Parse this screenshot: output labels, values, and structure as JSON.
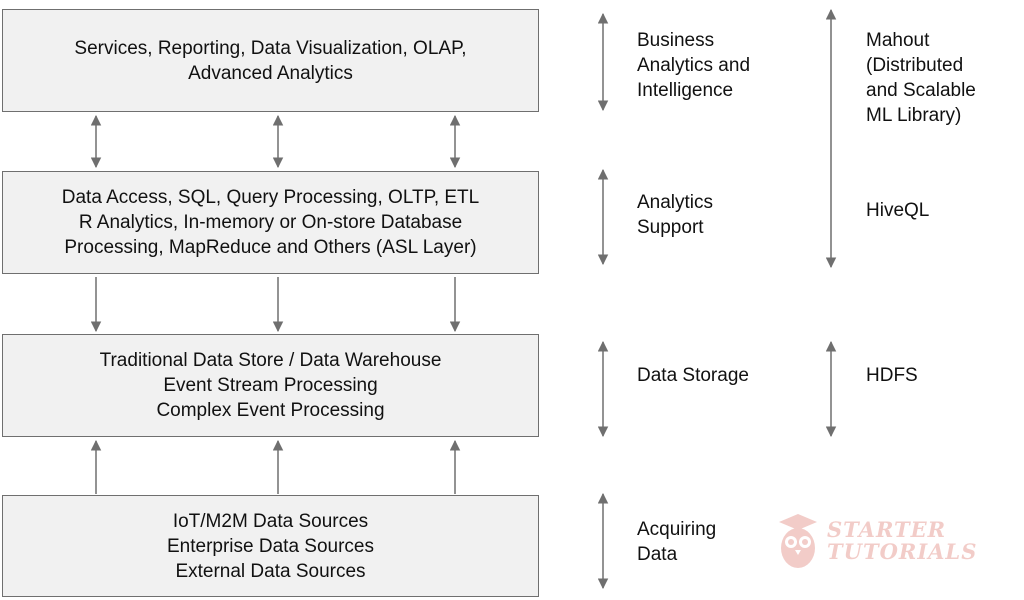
{
  "layers": {
    "services": [
      "Services, Reporting, Data Visualization, OLAP,",
      "Advanced Analytics"
    ],
    "access": [
      "Data Access, SQL, Query Processing, OLTP, ETL",
      "R Analytics, In-memory or On-store Database",
      "Processing, MapReduce and Others (ASL Layer)"
    ],
    "storage": [
      "Traditional Data Store / Data Warehouse",
      "Event Stream Processing",
      "Complex Event Processing"
    ],
    "sources": [
      "IoT/M2M Data Sources",
      "Enterprise Data Sources",
      "External Data Sources"
    ]
  },
  "labels": {
    "business": [
      "Business",
      "Analytics and",
      "Intelligence"
    ],
    "support": [
      "Analytics",
      "Support"
    ],
    "storage": [
      "Data Storage"
    ],
    "acquiring": [
      "Acquiring",
      "Data"
    ]
  },
  "tools": {
    "mahout": [
      "Mahout",
      "(Distributed",
      "and Scalable",
      "ML Library)"
    ],
    "hiveql": [
      "HiveQL"
    ],
    "hdfs": [
      "HDFS"
    ]
  },
  "watermark": [
    "STARTER",
    "TUTORIALS"
  ],
  "colors": {
    "box_fill": "#f1f1f1",
    "box_border": "#6f6f6f",
    "arrow": "#6f6f6f",
    "watermark": "#d24a3c"
  }
}
